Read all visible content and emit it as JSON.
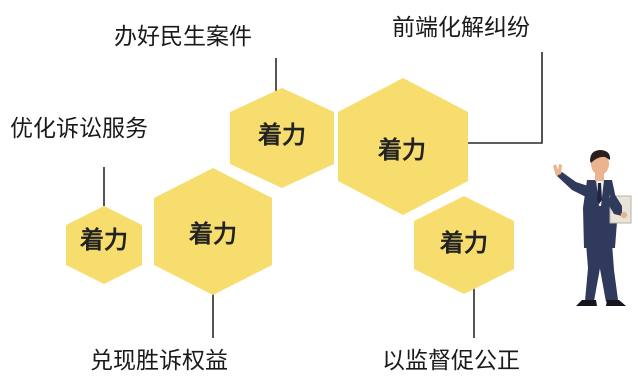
{
  "colors": {
    "hex_fill": "#F7DD6E",
    "leader_line": "#2a2a2a",
    "suit": "#2F3A5C",
    "skin": "#E9B48F",
    "hair": "#2B1F1A",
    "shirt": "#F2F2F2",
    "clipboard": "#E8E4DA",
    "shoe": "#15151E"
  },
  "hexagons": [
    {
      "id": "hex-left-small",
      "label": "着力"
    },
    {
      "id": "hex-center-large",
      "label": "着力"
    },
    {
      "id": "hex-top-middle",
      "label": "着力"
    },
    {
      "id": "hex-top-right-large",
      "label": "着力"
    },
    {
      "id": "hex-right-bottom",
      "label": "着力"
    }
  ],
  "captions": {
    "optimize_litigation": "优化诉讼服务",
    "handle_livelihood_cases": "办好民生案件",
    "resolve_disputes": "前端化解纠纷",
    "realize_rights": "兑现胜诉权益",
    "promote_fairness": "以监督促公正"
  },
  "icons": {
    "presenter": "businessman-presenter-icon"
  }
}
